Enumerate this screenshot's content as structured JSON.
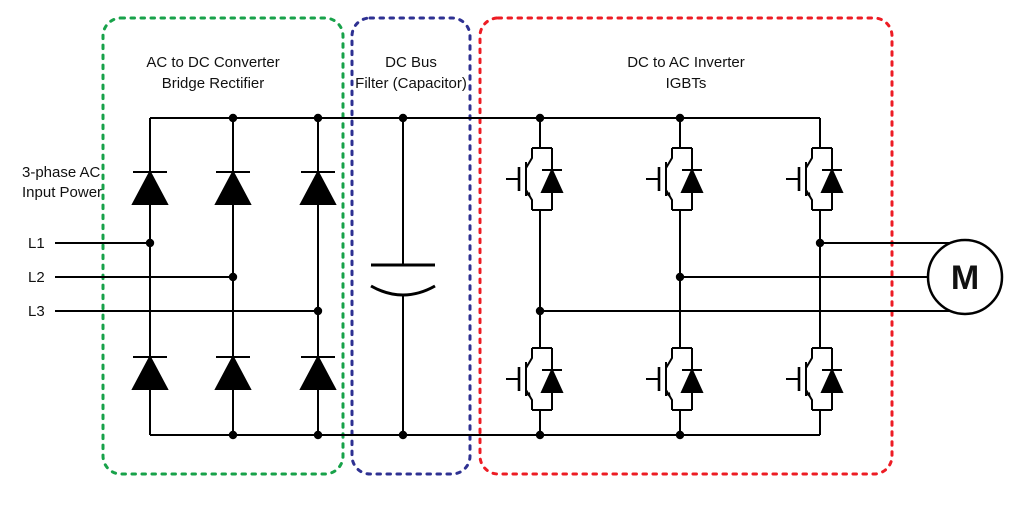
{
  "diagram": {
    "type": "vfd-circuit-diagram",
    "sections": {
      "rectifier": {
        "label_line1": "AC to DC Converter",
        "label_line2": "Bridge Rectifier",
        "color": "#12a climbed"
      }
    }
  }
}
